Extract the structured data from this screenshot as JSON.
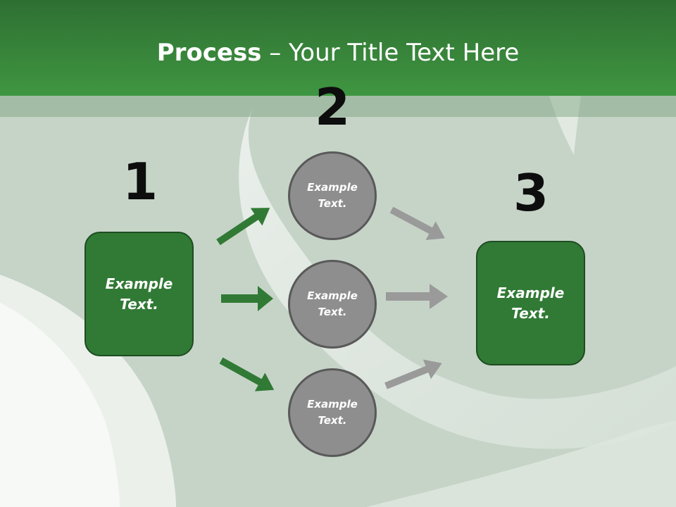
{
  "title": {
    "bold": "Process",
    "rest": " – Your Title Text Here"
  },
  "steps": [
    {
      "number": "1",
      "box_text": "Example\nText."
    },
    {
      "number": "2",
      "circles": [
        "Example\nText.",
        "Example\nText.",
        "Example\nText."
      ]
    },
    {
      "number": "3",
      "box_text": "Example\nText."
    }
  ],
  "colors": {
    "header": "#3f9641",
    "box": "#317a35",
    "circle": "#8e8e8e",
    "green_arrow": "#317a35",
    "gray_arrow": "#9a9a9a"
  }
}
